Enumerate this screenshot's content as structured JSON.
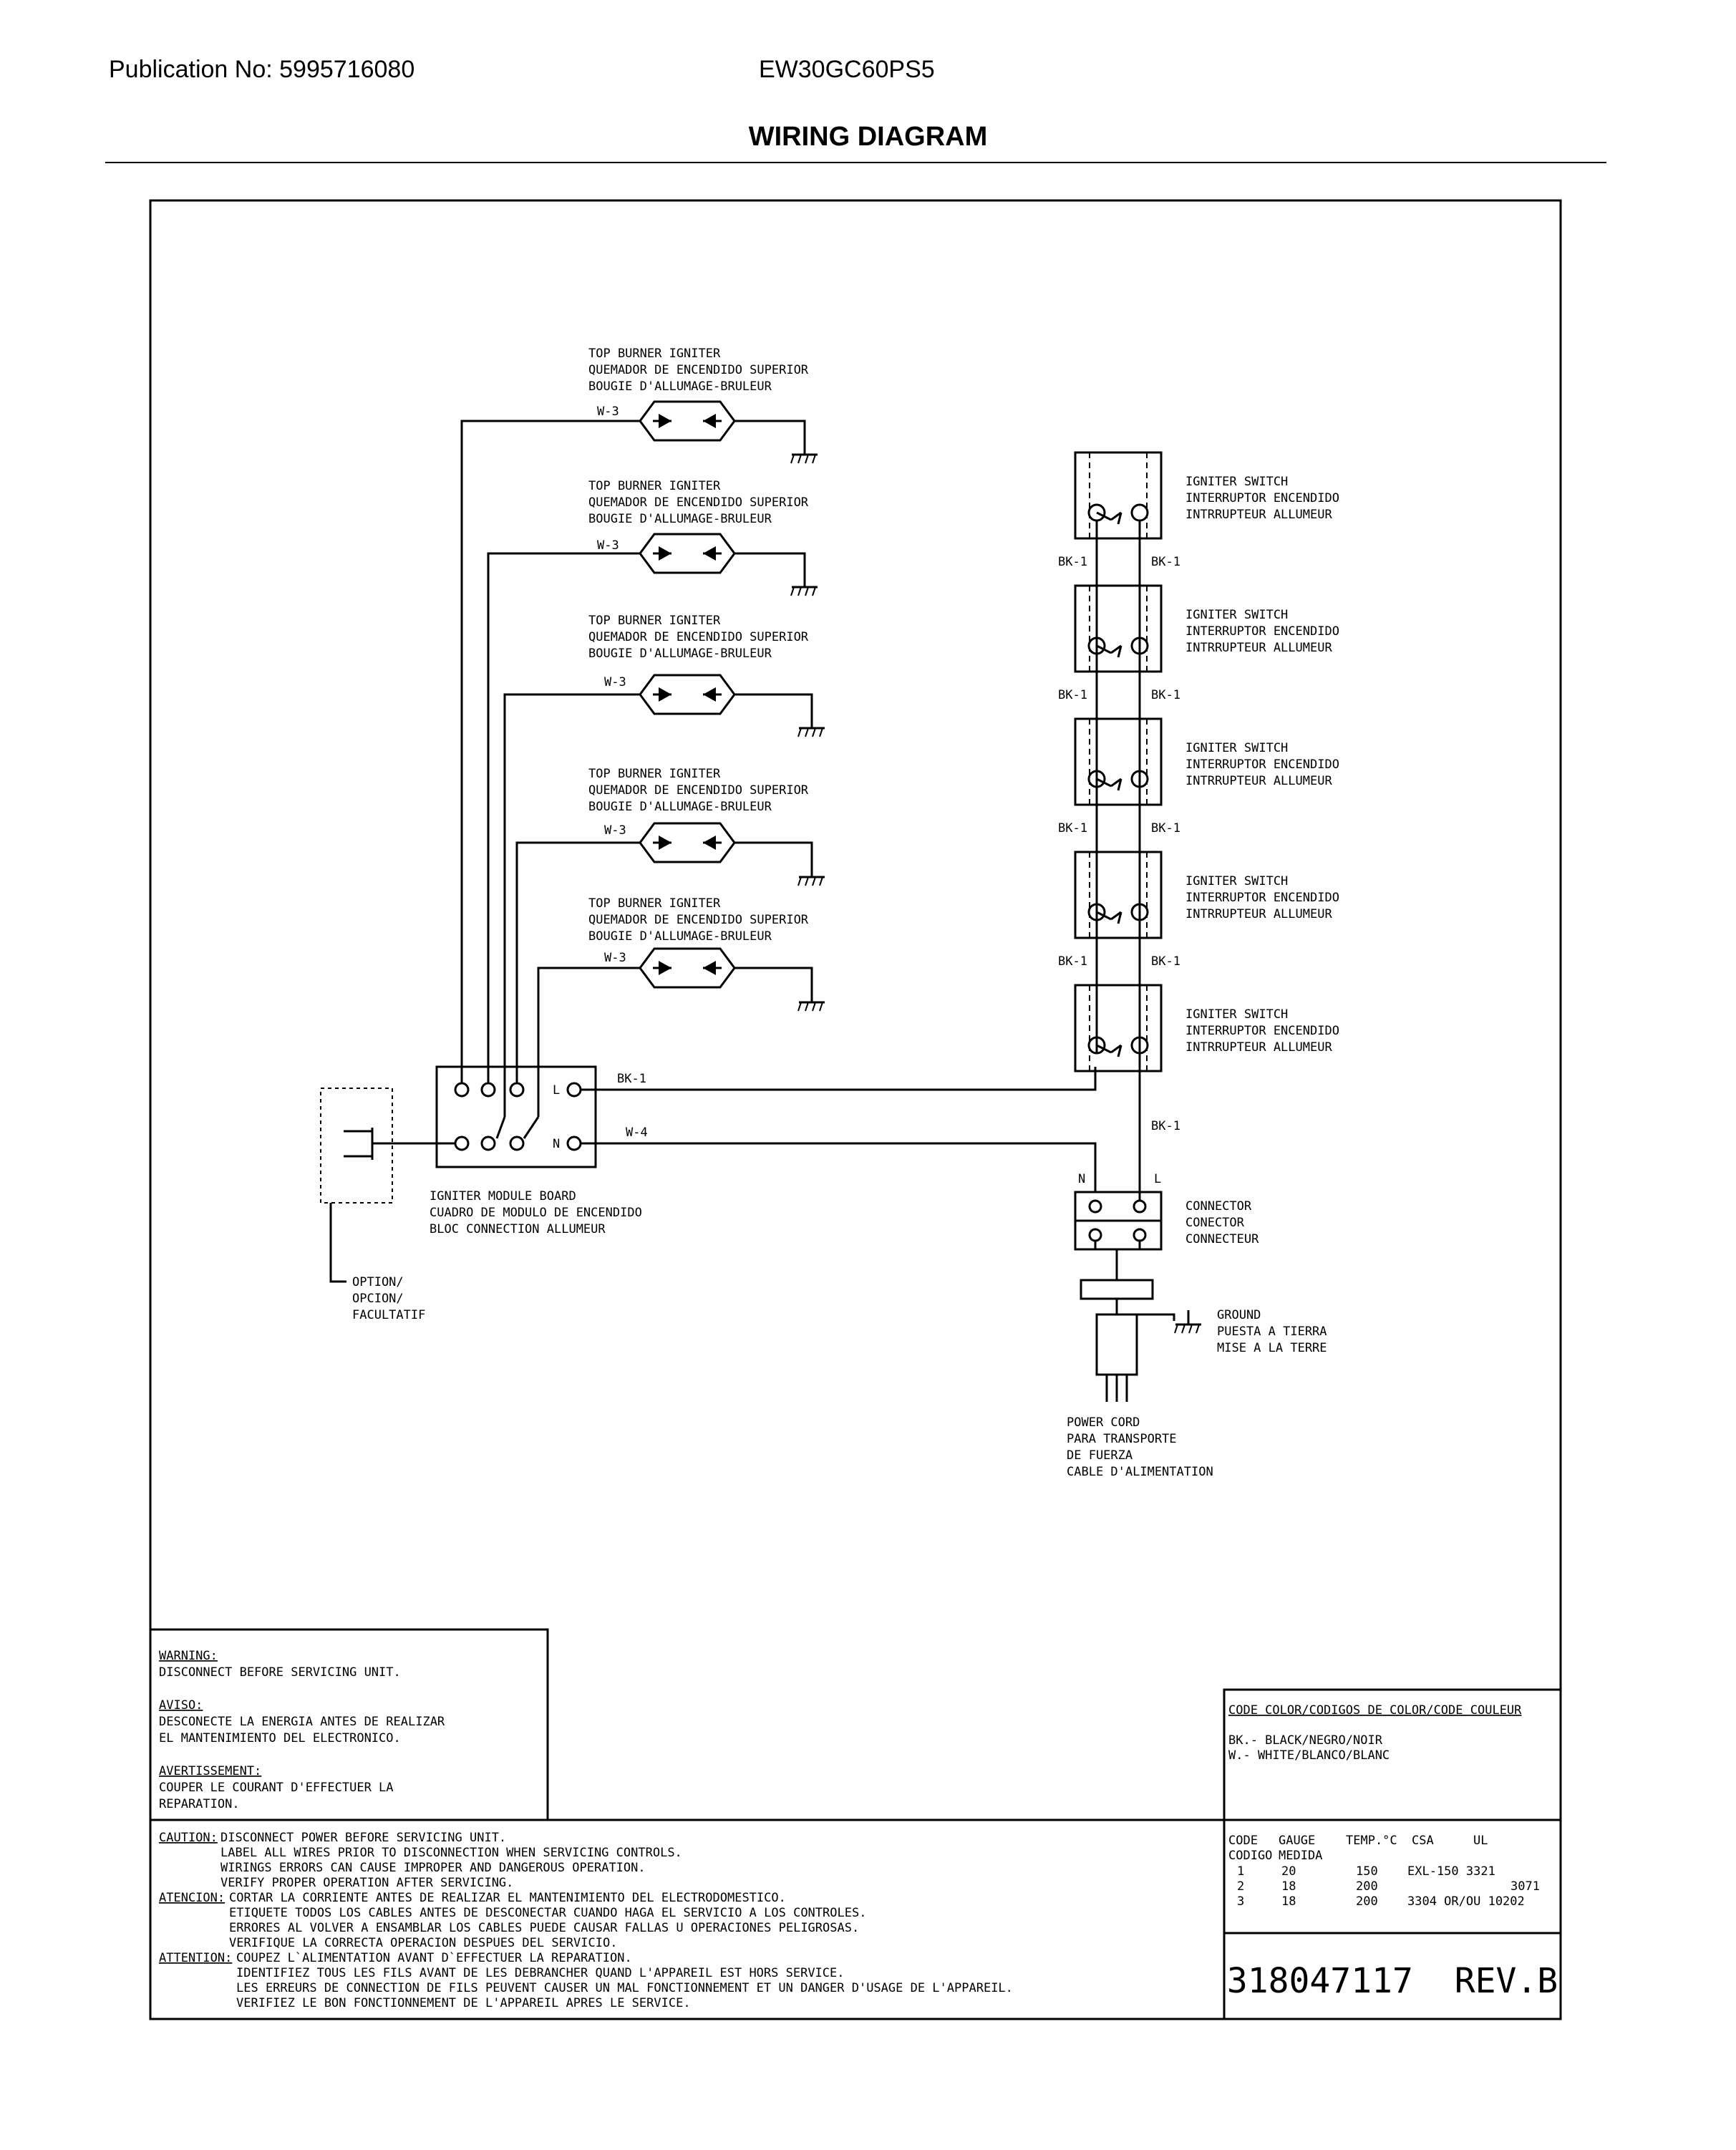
{
  "header": {
    "publication": "Publication No: 5995716080",
    "model": "EW30GC60PS5",
    "title": "WIRING DIAGRAM"
  },
  "igniters": [
    {
      "l1": "TOP BURNER IGNITER",
      "l2": "QUEMADOR DE ENCENDIDO SUPERIOR",
      "l3": "BOUGIE D'ALLUMAGE-BRULEUR",
      "wire": "W-3"
    },
    {
      "l1": "TOP BURNER IGNITER",
      "l2": "QUEMADOR DE ENCENDIDO SUPERIOR",
      "l3": "BOUGIE D'ALLUMAGE-BRULEUR",
      "wire": "W-3"
    },
    {
      "l1": "TOP BURNER IGNITER",
      "l2": "QUEMADOR DE ENCENDIDO SUPERIOR",
      "l3": "BOUGIE D'ALLUMAGE-BRULEUR",
      "wire": "W-3"
    },
    {
      "l1": "TOP BURNER IGNITER",
      "l2": "QUEMADOR DE ENCENDIDO SUPERIOR",
      "l3": "BOUGIE D'ALLUMAGE-BRULEUR",
      "wire": "W-3"
    },
    {
      "l1": "TOP BURNER IGNITER",
      "l2": "QUEMADOR DE ENCENDIDO SUPERIOR",
      "l3": "BOUGIE D'ALLUMAGE-BRULEUR",
      "wire": "W-3"
    }
  ],
  "switches": [
    {
      "l1": "IGNITER SWITCH",
      "l2": "INTERRUPTOR ENCENDIDO",
      "l3": "INTRRUPTEUR ALLUMEUR",
      "left_wire": "BK-1",
      "right_wire": "BK-1"
    },
    {
      "l1": "IGNITER SWITCH",
      "l2": "INTERRUPTOR ENCENDIDO",
      "l3": "INTRRUPTEUR ALLUMEUR",
      "left_wire": "BK-1",
      "right_wire": "BK-1"
    },
    {
      "l1": "IGNITER SWITCH",
      "l2": "INTERRUPTOR ENCENDIDO",
      "l3": "INTRRUPTEUR ALLUMEUR",
      "left_wire": "BK-1",
      "right_wire": "BK-1"
    },
    {
      "l1": "IGNITER SWITCH",
      "l2": "INTERRUPTOR ENCENDIDO",
      "l3": "INTRRUPTEUR ALLUMEUR",
      "left_wire": "BK-1",
      "right_wire": "BK-1"
    },
    {
      "l1": "IGNITER SWITCH",
      "l2": "INTERRUPTOR ENCENDIDO",
      "l3": "INTRRUPTEUR ALLUMEUR"
    }
  ],
  "module": {
    "l1": "IGNITER MODULE BOARD",
    "l2": "CUADRO DE MODULO DE ENCENDIDO",
    "l3": "BLOC CONNECTION ALLUMEUR",
    "terminal_l": "L",
    "terminal_n": "N",
    "wire_l": "BK-1",
    "wire_n": "W-4"
  },
  "option": {
    "l1": "OPTION/",
    "l2": "OPCION/",
    "l3": "FACULTATIF"
  },
  "supply": {
    "wire": "BK-1",
    "n": "N",
    "l": "L"
  },
  "connector": {
    "l1": "CONNECTOR",
    "l2": "CONECTOR",
    "l3": "CONNECTEUR"
  },
  "ground": {
    "l1": "GROUND",
    "l2": "PUESTA A TIERRA",
    "l3": "MISE A LA TERRE"
  },
  "power_cord": {
    "l1": "POWER CORD",
    "l2": "PARA TRANSPORTE",
    "l3": "DE FUERZA",
    "l4": "CABLE D'ALIMENTATION"
  },
  "warning": {
    "h1": "WARNING:",
    "t1": "DISCONNECT BEFORE SERVICING UNIT.",
    "h2": "AVISO:",
    "t2a": "DESCONECTE LA ENERGIA ANTES DE REALIZAR",
    "t2b": "EL MANTENIMIENTO DEL ELECTRONICO.",
    "h3": "AVERTISSEMENT:",
    "t3a": "COUPER LE COURANT D'EFFECTUER LA",
    "t3b": "REPARATION."
  },
  "color_code": {
    "title": "CODE COLOR/CODIGOS DE COLOR/CODE COULEUR",
    "bk": "BK.- BLACK/NEGRO/NOIR",
    "w": "W.-  WHITE/BLANCO/BLANC"
  },
  "caution": {
    "h1": "CAUTION:",
    "c1": "DISCONNECT POWER BEFORE SERVICING UNIT.",
    "c2": "LABEL ALL WIRES PRIOR TO DISCONNECTION WHEN SERVICING CONTROLS.",
    "c3": "WIRINGS ERRORS CAN CAUSE IMPROPER AND DANGEROUS OPERATION.",
    "c4": "VERIFY PROPER OPERATION AFTER SERVICING.",
    "h2": "ATENCION:",
    "a1": "CORTAR LA CORRIENTE ANTES DE REALIZAR EL MANTENIMIENTO DEL ELECTRODOMESTICO.",
    "a2": "ETIQUETE TODOS LOS CABLES ANTES DE DESCONECTAR CUANDO HAGA EL SERVICIO A LOS CONTROLES.",
    "a3": "ERRORES AL VOLVER A ENSAMBLAR LOS CABLES PUEDE CAUSAR FALLAS U OPERACIONES PELIGROSAS.",
    "a4": "VERIFIQUE LA CORRECTA OPERACION DESPUES DEL SERVICIO.",
    "h3": "ATTENTION:",
    "t1": "COUPEZ L`ALIMENTATION AVANT D`EFFECTUER LA REPARATION.",
    "t2": "IDENTIFIEZ TOUS LES FILS AVANT DE LES DEBRANCHER QUAND L'APPAREIL EST HORS SERVICE.",
    "t3": "LES ERREURS DE CONNECTION DE FILS PEUVENT CAUSER UN MAL FONCTIONNEMENT ET UN DANGER D'USAGE DE L'APPAREIL.",
    "t4": "VERIFIEZ LE BON FONCTIONNEMENT DE L'APPAREIL APRES LE SERVICE."
  },
  "gauge_table": {
    "headers": [
      "CODE",
      "GAUGE",
      "TEMP.°C",
      "CSA",
      "UL"
    ],
    "headers2": [
      "CODIGO",
      "MEDIDA"
    ],
    "rows": [
      [
        "1",
        "20",
        "150",
        "EXL-150 3321",
        ""
      ],
      [
        "2",
        "18",
        "200",
        "",
        "3071"
      ],
      [
        "3",
        "18",
        "200",
        "3304 OR/OU 10202",
        ""
      ]
    ]
  },
  "part_number": "318047117  REV.B"
}
